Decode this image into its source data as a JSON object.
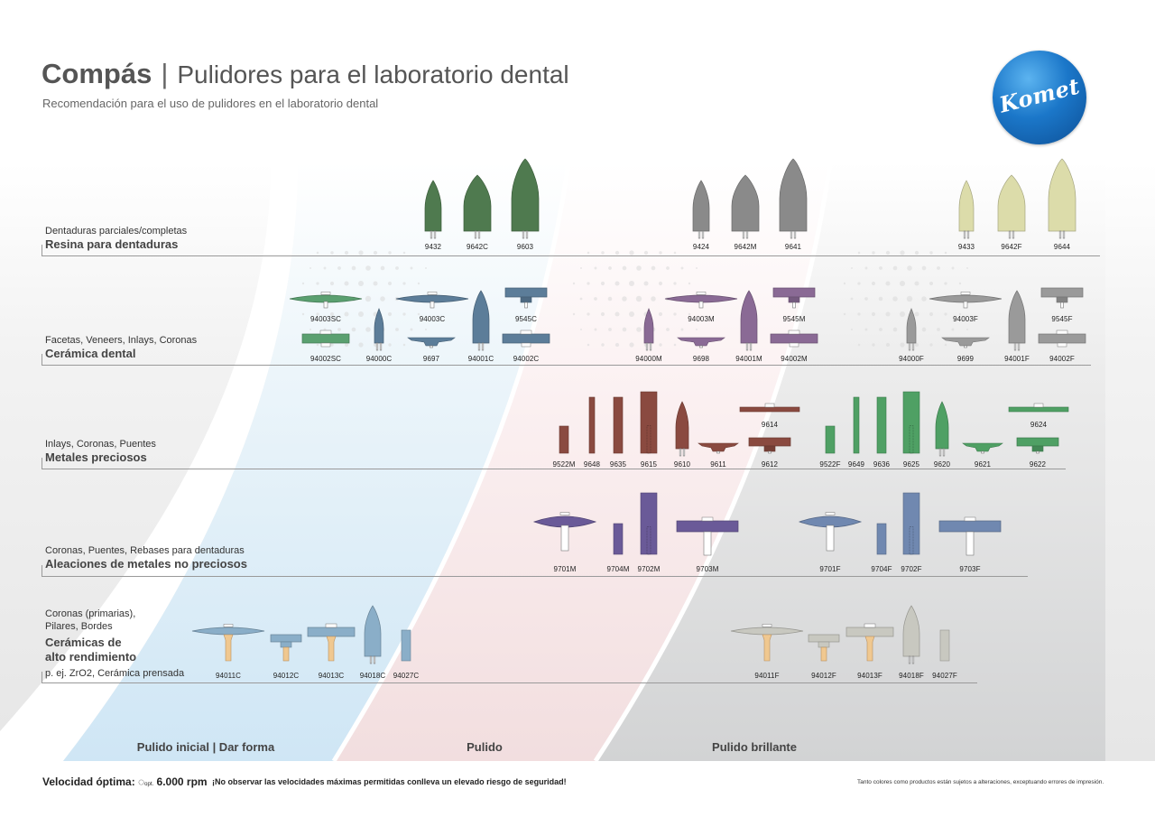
{
  "header": {
    "brand": "Compás",
    "separator": "|",
    "title": "Pulidores para el laboratorio dental",
    "subtitle": "Recomendación para el uso de pulidores en el laboratorio dental",
    "logo_text": "Komet"
  },
  "categories": [
    {
      "label": "Dentaduras parciales/completas",
      "main": "Resina para dentaduras",
      "extra": ""
    },
    {
      "label": "Facetas, Veneers, Inlays, Coronas",
      "main": "Cerámica dental",
      "extra": ""
    },
    {
      "label": "Inlays, Coronas, Puentes",
      "main": "Metales preciosos",
      "extra": ""
    },
    {
      "label": "Coronas, Puentes, Rebases para dentaduras",
      "main": "Aleaciones de metales no preciosos",
      "extra": ""
    },
    {
      "label": "Coronas (primarias),\nPilares, Bordes",
      "main": "Cerámicas de\nalto rendimiento",
      "extra": "p. ej. ZrO2, Cerámica prensada"
    }
  ],
  "phases": {
    "initial": "Pulido inicial | Dar forma",
    "polish": "Pulido",
    "high_gloss": "Pulido brillante"
  },
  "footer": {
    "speed_label": "Velocidad óptima:",
    "speed_symbol": "◌",
    "speed_sub": "opt.",
    "speed_value": "6.000 rpm",
    "warning": "¡No observar las velocidades máximas permitidas conlleva un elevado riesgo de seguridad!",
    "note": "Tanto colores como productos están sujetos a alteraciones, exceptuando errores de impresión."
  },
  "colors": {
    "green_dark": "#4f7a4f",
    "gray_dark": "#8a8a8a",
    "cream": "#dcdcaa",
    "green_ceramic": "#5aa070",
    "slate_blue": "#5c7d99",
    "purple": "#8a6a95",
    "gray_light": "#9a9a9a",
    "brown": "#8a4a40",
    "green_metal": "#4fa064",
    "violet": "#6a5a98",
    "steel_blue": "#7088b0",
    "light_blue": "#8aaec8",
    "silver": "#c8c8c0",
    "tan_shank": "#f0c890"
  },
  "products": {
    "r1": [
      {
        "code": "9432",
        "shape": "flame",
        "color": "green_dark"
      },
      {
        "code": "9642C",
        "shape": "flame",
        "color": "green_dark"
      },
      {
        "code": "9603",
        "shape": "flame",
        "color": "green_dark"
      },
      {
        "code": "9424",
        "shape": "flame",
        "color": "gray_dark"
      },
      {
        "code": "9642M",
        "shape": "flame",
        "color": "gray_dark"
      },
      {
        "code": "9641",
        "shape": "flame",
        "color": "gray_dark"
      },
      {
        "code": "9433",
        "shape": "flame",
        "color": "cream"
      },
      {
        "code": "9642F",
        "shape": "flame",
        "color": "cream"
      },
      {
        "code": "9644",
        "shape": "flame",
        "color": "cream"
      }
    ],
    "r2": [
      {
        "code": "94003SC",
        "shape": "lens",
        "color": "green_ceramic"
      },
      {
        "code": "94003C",
        "shape": "lens",
        "color": "slate_blue"
      },
      {
        "code": "9545C",
        "shape": "wheel",
        "color": "slate_blue"
      },
      {
        "code": "94003M",
        "shape": "lens",
        "color": "purple"
      },
      {
        "code": "9545M",
        "shape": "wheel",
        "color": "purple"
      },
      {
        "code": "94003F",
        "shape": "lens",
        "color": "gray_light"
      },
      {
        "code": "9545F",
        "shape": "wheel",
        "color": "gray_light"
      },
      {
        "code": "94002SC",
        "shape": "disc",
        "color": "green_ceramic"
      },
      {
        "code": "94000C",
        "shape": "flame",
        "color": "slate_blue"
      },
      {
        "code": "9697",
        "shape": "cup",
        "color": "slate_blue"
      },
      {
        "code": "94001C",
        "shape": "flame",
        "color": "slate_blue"
      },
      {
        "code": "94002C",
        "shape": "disc",
        "color": "slate_blue"
      },
      {
        "code": "94000M",
        "shape": "flame",
        "color": "purple"
      },
      {
        "code": "9698",
        "shape": "cup",
        "color": "purple"
      },
      {
        "code": "94001M",
        "shape": "flame",
        "color": "purple"
      },
      {
        "code": "94002M",
        "shape": "disc",
        "color": "purple"
      },
      {
        "code": "94000F",
        "shape": "flame",
        "color": "gray_light"
      },
      {
        "code": "9699",
        "shape": "cup",
        "color": "gray_light"
      },
      {
        "code": "94001F",
        "shape": "flame",
        "color": "gray_light"
      },
      {
        "code": "94002F",
        "shape": "disc",
        "color": "gray_light"
      }
    ],
    "r3": [
      {
        "code": "9614",
        "shape": "thin_disc",
        "color": "brown"
      },
      {
        "code": "9624",
        "shape": "thin_disc",
        "color": "green_metal"
      },
      {
        "code": "9522M",
        "shape": "block",
        "color": "brown"
      },
      {
        "code": "9648",
        "shape": "block",
        "color": "brown"
      },
      {
        "code": "9635",
        "shape": "block",
        "color": "brown"
      },
      {
        "code": "9615",
        "shape": "block",
        "color": "brown"
      },
      {
        "code": "9610",
        "shape": "flame",
        "color": "brown"
      },
      {
        "code": "9611",
        "shape": "cup",
        "color": "brown"
      },
      {
        "code": "9612",
        "shape": "wheel",
        "color": "brown"
      },
      {
        "code": "9522F",
        "shape": "block",
        "color": "green_metal"
      },
      {
        "code": "9649",
        "shape": "block",
        "color": "green_metal"
      },
      {
        "code": "9636",
        "shape": "block",
        "color": "green_metal"
      },
      {
        "code": "9625",
        "shape": "block",
        "color": "green_metal"
      },
      {
        "code": "9620",
        "shape": "flame",
        "color": "green_metal"
      },
      {
        "code": "9621",
        "shape": "cup",
        "color": "green_metal"
      },
      {
        "code": "9622",
        "shape": "wheel",
        "color": "green_metal"
      }
    ],
    "r4": [
      {
        "code": "9701M",
        "shape": "lens_big",
        "color": "violet"
      },
      {
        "code": "9704M",
        "shape": "block",
        "color": "violet"
      },
      {
        "code": "9702M",
        "shape": "block",
        "color": "violet"
      },
      {
        "code": "9703M",
        "shape": "disc_big",
        "color": "violet"
      },
      {
        "code": "9701F",
        "shape": "lens_big",
        "color": "steel_blue"
      },
      {
        "code": "9704F",
        "shape": "block",
        "color": "steel_blue"
      },
      {
        "code": "9702F",
        "shape": "block",
        "color": "steel_blue"
      },
      {
        "code": "9703F",
        "shape": "disc_big",
        "color": "steel_blue"
      }
    ],
    "r5": [
      {
        "code": "94011C",
        "shape": "lens_tan",
        "color": "light_blue"
      },
      {
        "code": "94012C",
        "shape": "wheel_tan",
        "color": "light_blue"
      },
      {
        "code": "94013C",
        "shape": "disc_tan",
        "color": "light_blue"
      },
      {
        "code": "94018C",
        "shape": "flame",
        "color": "light_blue"
      },
      {
        "code": "94027C",
        "shape": "block",
        "color": "light_blue"
      },
      {
        "code": "94011F",
        "shape": "lens_tan",
        "color": "silver"
      },
      {
        "code": "94012F",
        "shape": "wheel_tan",
        "color": "silver"
      },
      {
        "code": "94013F",
        "shape": "disc_tan",
        "color": "silver"
      },
      {
        "code": "94018F",
        "shape": "flame",
        "color": "silver"
      },
      {
        "code": "94027F",
        "shape": "block",
        "color": "silver"
      }
    ]
  }
}
